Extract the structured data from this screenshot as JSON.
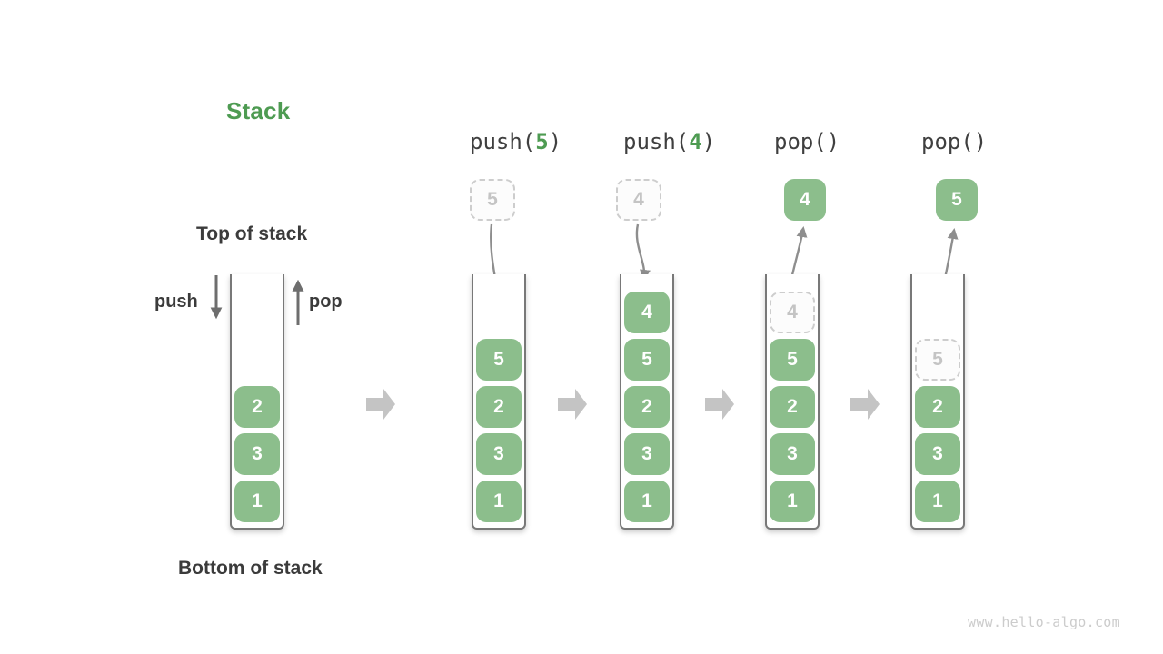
{
  "title": "Stack",
  "labels": {
    "top_of_stack": "Top of stack",
    "bottom_of_stack": "Bottom of stack",
    "push": "push",
    "pop": "pop"
  },
  "watermark": "www.hello-algo.com",
  "colors": {
    "accent_green": "#4e9b52",
    "box_green": "#8cbe8c",
    "text_dark": "#3b3b3b",
    "curve_arrow_gray": "#8e8e8e",
    "straight_arrow_gray": "#6e6e6e",
    "block_arrow_gray": "#c4c4c4",
    "ghost_gray": "#c4c4c4"
  },
  "operations": [
    {
      "prefix": "push(",
      "arg": "5",
      "suffix": ")"
    },
    {
      "prefix": "push(",
      "arg": "4",
      "suffix": ")"
    },
    {
      "prefix": "pop(",
      "arg": "",
      "suffix": ")"
    },
    {
      "prefix": "pop(",
      "arg": "",
      "suffix": ")"
    }
  ],
  "stages": [
    {
      "name": "initial",
      "stack": [
        {
          "value": "2"
        },
        {
          "value": "3"
        },
        {
          "value": "1"
        }
      ]
    },
    {
      "name": "push-5",
      "floating": {
        "value": "5",
        "style": "ghost"
      },
      "stack": [
        {
          "value": "5"
        },
        {
          "value": "2"
        },
        {
          "value": "3"
        },
        {
          "value": "1"
        }
      ]
    },
    {
      "name": "push-4",
      "floating": {
        "value": "4",
        "style": "ghost"
      },
      "stack": [
        {
          "value": "4"
        },
        {
          "value": "5"
        },
        {
          "value": "2"
        },
        {
          "value": "3"
        },
        {
          "value": "1"
        }
      ]
    },
    {
      "name": "pop-returns-4",
      "floating": {
        "value": "4",
        "style": "solid"
      },
      "stack": [
        {
          "value": "4",
          "ghost": true
        },
        {
          "value": "5"
        },
        {
          "value": "2"
        },
        {
          "value": "3"
        },
        {
          "value": "1"
        }
      ]
    },
    {
      "name": "pop-returns-5",
      "floating": {
        "value": "5",
        "style": "solid"
      },
      "stack": [
        {
          "value": "5",
          "ghost": true
        },
        {
          "value": "2"
        },
        {
          "value": "3"
        },
        {
          "value": "1"
        }
      ]
    }
  ]
}
